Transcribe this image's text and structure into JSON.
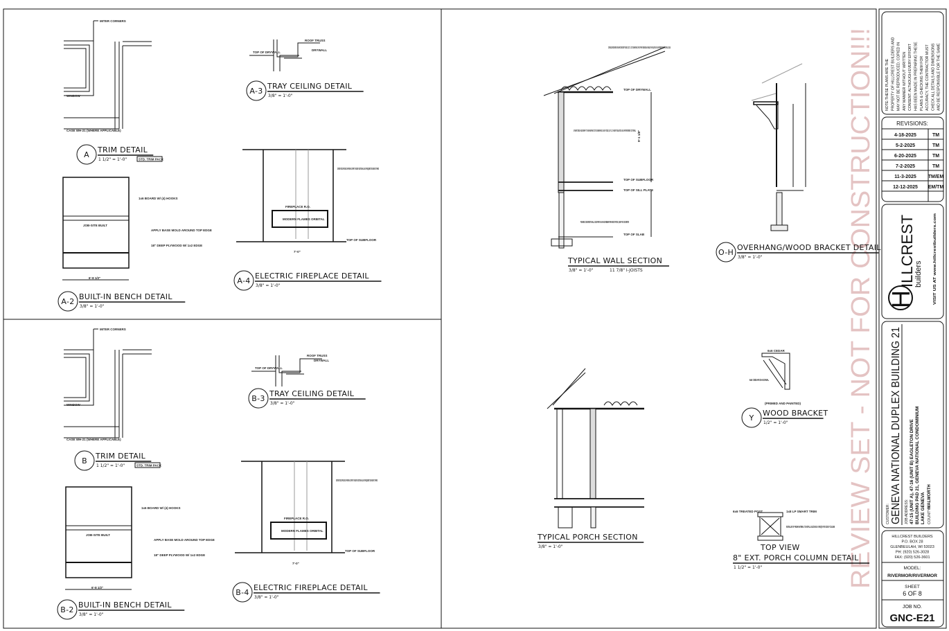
{
  "watermark": "REVIEW SET - NOT FOR CONSTRUCTION!!!",
  "details": [
    {
      "id": "A",
      "title": "TRIM DETAIL",
      "scale": "1 1/2\" = 1'-0\"",
      "tag": "STD. TRIM PACK"
    },
    {
      "id": "A-2",
      "title": "BUILT-IN BENCH DETAIL",
      "scale": "3/8\" = 1'-0\""
    },
    {
      "id": "A-3",
      "title": "TRAY CEILING DETAIL",
      "scale": "3/8\" = 1'-0\""
    },
    {
      "id": "A-4",
      "title": "ELECTRIC FIREPLACE DETAIL",
      "scale": "3/8\" = 1'-0\""
    },
    {
      "id": "B",
      "title": "TRIM DETAIL",
      "scale": "1 1/2\" = 1'-0\"",
      "tag": "STD. TRIM PACK"
    },
    {
      "id": "B-2",
      "title": "BUILT-IN BENCH DETAIL",
      "scale": "3/8\" = 1'-0\""
    },
    {
      "id": "B-3",
      "title": "TRAY CEILING DETAIL",
      "scale": "3/8\" = 1'-0\""
    },
    {
      "id": "B-4",
      "title": "ELECTRIC FIREPLACE DETAIL",
      "scale": "3/8\" = 1'-0\""
    },
    {
      "id": "",
      "title": "TYPICAL WALL SECTION",
      "scale": "3/8\" = 1'-0\"",
      "tag2": "11 7/8\" I-JOISTS"
    },
    {
      "id": "",
      "title": "TYPICAL PORCH SECTION",
      "scale": "3/8\" = 1'-0\""
    },
    {
      "id": "O-H",
      "title": "OVERHANG/WOOD BRACKET DETAIL",
      "scale": "3/8\" = 1'-0\""
    },
    {
      "id": "Y",
      "title": "WOOD BRACKET",
      "scale": "1/2\" = 1'-0\""
    },
    {
      "id": "",
      "title": "8\" EXT. PORCH COLUMN DETAIL",
      "scale": "1 1/2\" = 1'-0\"",
      "tag3": "TOP VIEW"
    }
  ],
  "labels": {
    "miter_corners": "MITER CORNERS",
    "window": "WINDOW",
    "casing": "CASE WH-21 (WHERE APPLICABLE)",
    "roof_truss": "ROOF TRUSS",
    "drywall": "DRYWALL",
    "top_drywall": "TOP OF DRYWALL",
    "board_hooks": "1x6 BOARD W/ (4) HOOKS",
    "joisted": "JOB-SITE BUILT",
    "apply_mold": "APPLY BASE MOLD AROUND TOP EDGE",
    "plywood": "18\" DEEP PLYWOOD W/ 1x2 EDGE",
    "bench_width": "6'-8 1/2\"",
    "center_stud": "CENTER STUD SPACING ON FIREPLACE FOR TV MOUNT ADDITIONAL BLKG IF REQUIRED TBD AND BY OTHERS",
    "fireplace_ro": "FIREPLACE R.O.",
    "fireplace_model": "MODERN FLAMES ORBITAL",
    "top_subfloor": "TOP OF SUBFLOOR",
    "fp_width": "7'-0\"",
    "wall_notes": "LP SMART SIDING / HOUSE WRAP / 1\" FOAM SHEATHING / 7/16\" OSB SHEATHING / 2x6 S.P.F. STUDS @ 16\" O.C. / R-19 BATT INSULATION / 4 MIL VAPOR RETARDER / 1/2\" DRYWALL",
    "roof_notes": "CONTINUOUS RIDGE VENTING / MANUFACTURED ROOF TRUSSES @ 24\" O.C. / 1/2\" OSB SHEATHING / 15# FELT PAPER / DIMENSIONAL SHINGLES / R-50 INSULATION / 4 MIL VAPOR RETARDER / 5/8\" DRYWALL CEILING",
    "top_sill": "TOP OF SILL PLATE",
    "top_slab": "TOP OF SLAB",
    "wall_height": "9'-1 1/8\"",
    "poured_wall": "POURED CONCRETE WALL SIZE PER PLAN AND REBAR PER MID STATES 3,500 PSI CONCRETE",
    "treated_post": "6x6 TREATED POST",
    "lp_trim": "1x8 LP SMART TRIM",
    "blocking": "INSTALLER OF FINISH MATERIAL TO INSTALL BLOCKING AS REQ'D FOR SIZE OF COLUMN",
    "cedar": "6x6 CEDAR",
    "cedar_diag": "6x6 CEDAR DIAGONAL",
    "primed": "(PRIMED AND PAINTED)"
  },
  "title_block": {
    "notes": [
      "NOTE:THESE PLANS ARE THE",
      "PROPERTY OF HILLCREST BUILDERS AND",
      "MAY NOT BE REPRODUCED, COPIED IN",
      "ANY MANNER WITHOUT WRITTEN",
      "CONSENT. ALTHOUGH EVERY EFFORT",
      "HAS BEEN MADE IN PREPARING THESE",
      "PLANS & CHECKING THEM FOR",
      "ACCURACY, THE CONTRACTOR MUST",
      "CHECK ALL DETAILS AND DIMENSIONS",
      "AND BE RESPONSIBLE FOR THE SAME"
    ],
    "revisions_label": "REVISIONS:",
    "revisions": [
      {
        "date": "4-18-2025",
        "by": "TM"
      },
      {
        "date": "5-2-2025",
        "by": "TM"
      },
      {
        "date": "6-20-2025",
        "by": "TM"
      },
      {
        "date": "7-2-2025",
        "by": "TM"
      },
      {
        "date": "11-3-2025",
        "by": "TM/EM"
      },
      {
        "date": "12-12-2025",
        "by": "EM/TM"
      }
    ],
    "logo": {
      "letter": "H",
      "name": "ILLCREST",
      "sub": "builders",
      "visit": "VISIT US AT www.hillcrestbuilders.com"
    },
    "customer_label": "CUSTOMER:",
    "customer": "GENEVA NATIONAL  DUPLEX BUILDING 21",
    "job_address_label": "JOB ADDRESS:",
    "address_lines": [
      "47-15 (UNIT A), 47-16 (UNIT B) EAGLETON DRIVE",
      "BUILDING PAD 21, GENEVA NATIONAL CONDOMINIUM",
      "LAKE GENEVA"
    ],
    "county_label": "COUNTY:",
    "county": "WALWORTH",
    "company": [
      "HILLCREST BUILDERS",
      "P.O. BOX 28",
      "GLENBEULAH, WI 53023",
      "PH: (920) 526-3028",
      "FAX: (920) 526-3601"
    ],
    "model_label": "MODEL:",
    "model": "RIVERMOR/RIVERMOR",
    "sheet_label": "SHEET",
    "sheet": "6 OF 8",
    "job_label": "JOB NO.",
    "job_no": "GNC-E21"
  }
}
